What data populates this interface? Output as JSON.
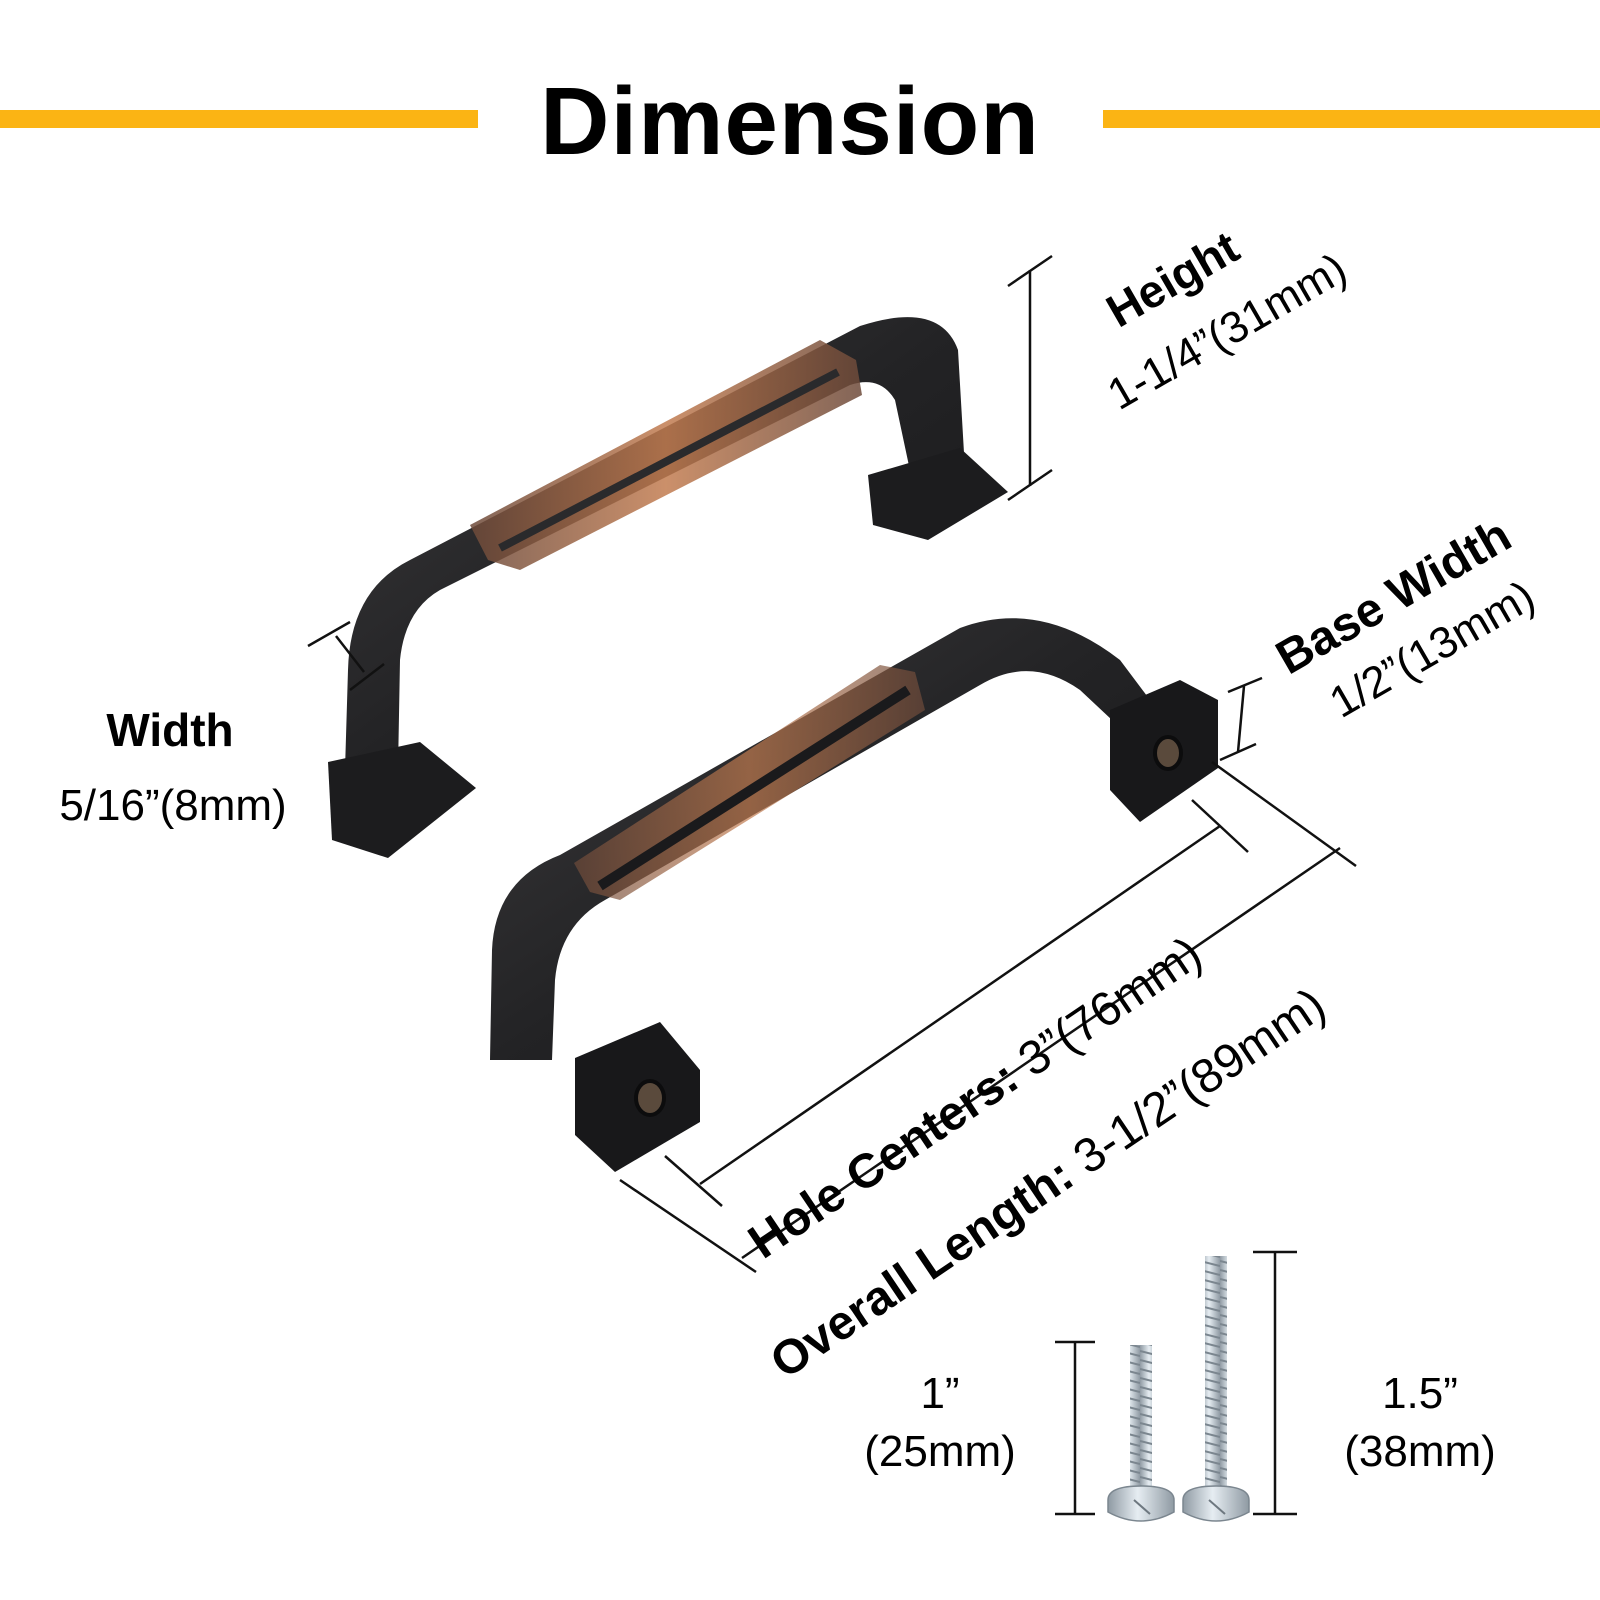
{
  "title": "Dimension",
  "colors": {
    "accent_bar": "#fbb414",
    "handle_dark": "#232325",
    "handle_copper": "#a0603c",
    "screw": "#b9c4cc"
  },
  "labels": {
    "height": {
      "name": "Height",
      "value": "1-1/4”(31mm)"
    },
    "base_width": {
      "name": "Base Width",
      "value": "1/2”(13mm)"
    },
    "width": {
      "name": "Width",
      "value": "5/16”(8mm)"
    },
    "hole_centers": {
      "name": "Hole Centers:",
      "value": "3”(76mm)"
    },
    "overall_length": {
      "name": "Overall Length:",
      "value": "3-1/2”(89mm)"
    },
    "screw_short": {
      "line1": "1”",
      "line2": "(25mm)"
    },
    "screw_long": {
      "line1": "1.5”",
      "line2": "(38mm)"
    }
  }
}
